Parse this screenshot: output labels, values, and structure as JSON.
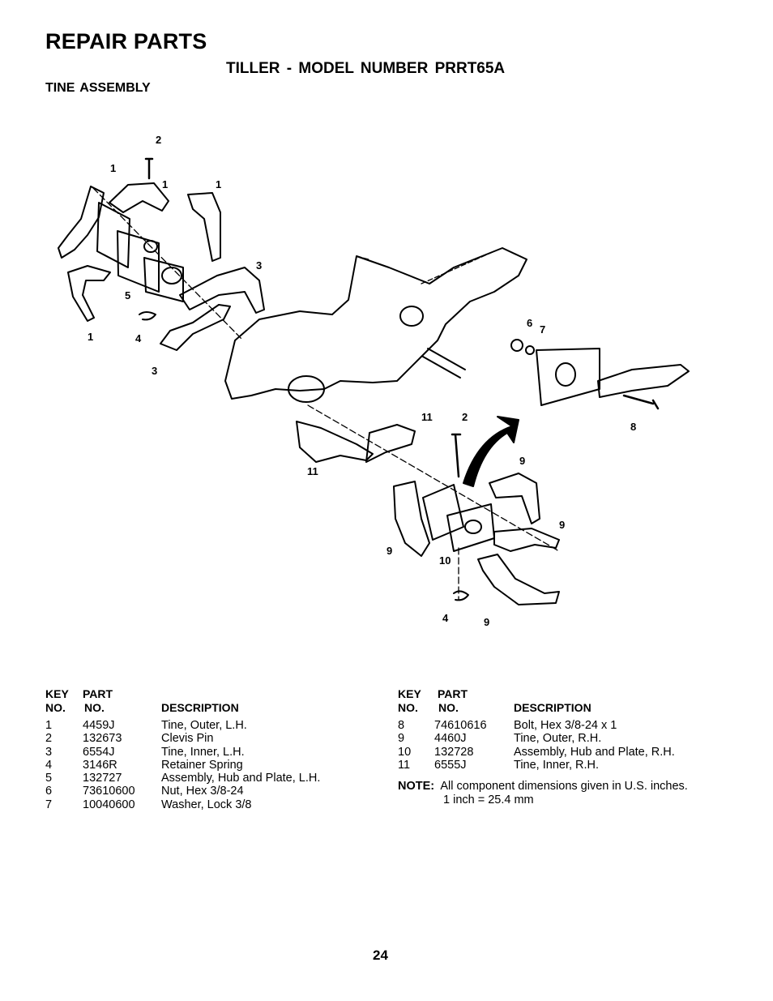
{
  "header": {
    "title": "REPAIR PARTS",
    "subtitle": "TILLER - MODEL NUMBER PRRT65A",
    "section": "TINE ASSEMBLY"
  },
  "diagram": {
    "callouts": [
      "2",
      "1",
      "1",
      "1",
      "3",
      "5",
      "1",
      "4",
      "3",
      "6",
      "7",
      "8",
      "11",
      "2",
      "11",
      "9",
      "9",
      "9",
      "10",
      "4",
      "9"
    ]
  },
  "table": {
    "headers": {
      "key_top": "KEY",
      "key_bottom": "NO.",
      "part_top": "PART",
      "part_bottom": "NO.",
      "description": "DESCRIPTION"
    },
    "left_rows": [
      {
        "key": "1",
        "part": "4459J",
        "description": "Tine, Outer, L.H."
      },
      {
        "key": "2",
        "part": "132673",
        "description": "Clevis Pin"
      },
      {
        "key": "3",
        "part": "6554J",
        "description": "Tine, Inner, L.H."
      },
      {
        "key": "4",
        "part": "3146R",
        "description": "Retainer Spring"
      },
      {
        "key": "5",
        "part": "132727",
        "description": "Assembly, Hub and Plate, L.H."
      },
      {
        "key": "6",
        "part": "73610600",
        "description": "Nut, Hex  3/8-24"
      },
      {
        "key": "7",
        "part": "10040600",
        "description": "Washer, Lock 3/8"
      }
    ],
    "right_rows": [
      {
        "key": "8",
        "part": "74610616",
        "description": "Bolt, Hex  3/8-24 x 1"
      },
      {
        "key": "9",
        "part": "4460J",
        "description": "Tine, Outer, R.H."
      },
      {
        "key": "10",
        "part": "132728",
        "description": "Assembly, Hub and Plate, R.H."
      },
      {
        "key": "11",
        "part": "6555J",
        "description": "Tine, Inner, R.H."
      }
    ]
  },
  "note": {
    "label": "NOTE:",
    "line1": "All component dimensions given in U.S. inches.",
    "line2": "1 inch = 25.4 mm"
  },
  "page_number": "24"
}
